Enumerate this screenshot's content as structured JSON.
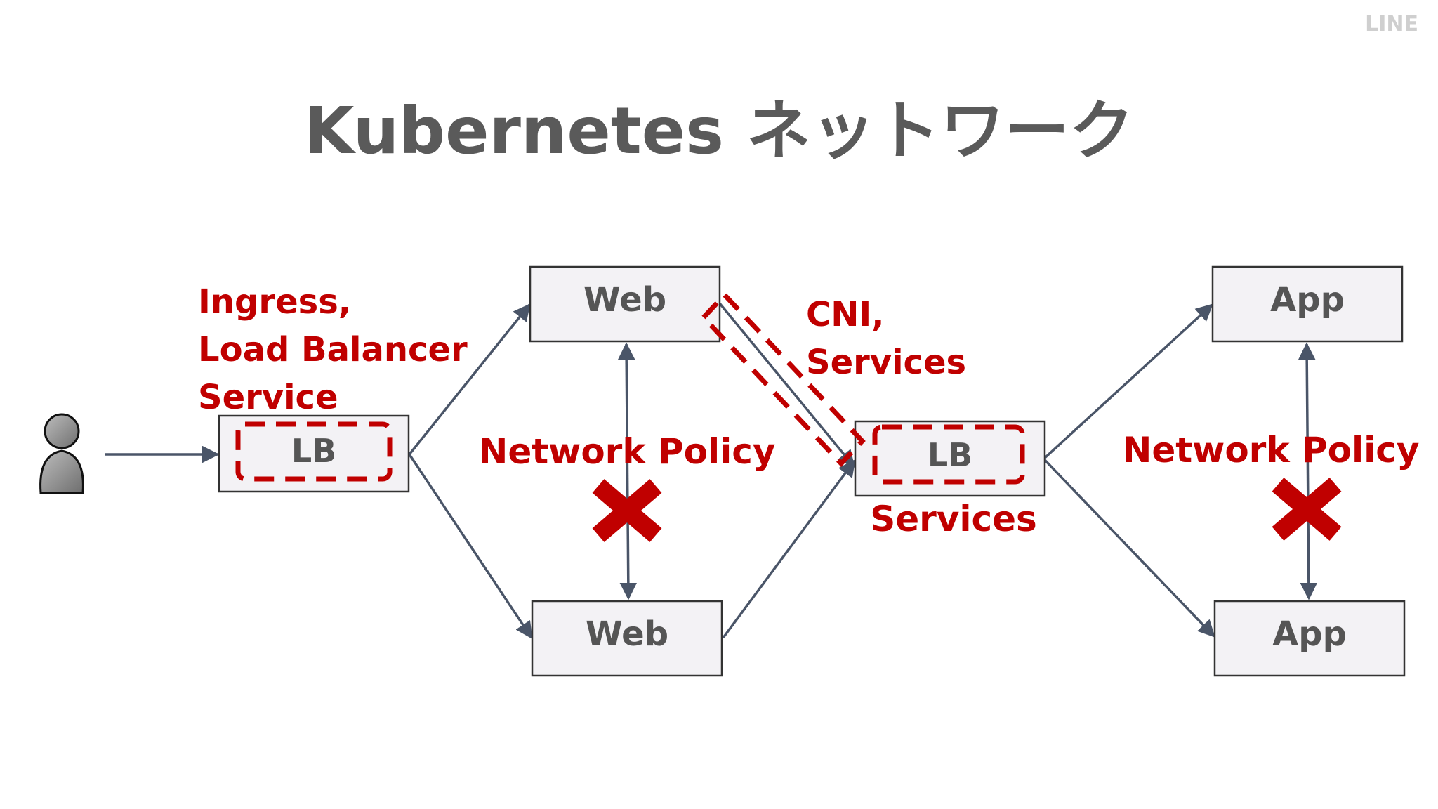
{
  "watermark": "LINE",
  "title": "Kubernetes ネットワーク",
  "colors": {
    "accent_red": "#c00000",
    "box_fill": "#f3f2f5",
    "box_stroke": "#333333",
    "arrow": "#4a5568",
    "text_gray": "#555555",
    "title_gray": "#5a5a5a"
  },
  "icons": {
    "user": "user-icon"
  },
  "nodes": {
    "lb_left": "LB",
    "web_top": "Web",
    "web_bottom": "Web",
    "lb_mid": "LB",
    "app_top": "App",
    "app_bottom": "App"
  },
  "labels": {
    "ingress_line1": "Ingress,",
    "ingress_line2": "Load Balancer",
    "ingress_line3": "Service",
    "network_policy_left": "Network Policy",
    "cni_line1": "CNI,",
    "cni_line2": "Services",
    "services_mid": "Services",
    "network_policy_right": "Network Policy"
  }
}
